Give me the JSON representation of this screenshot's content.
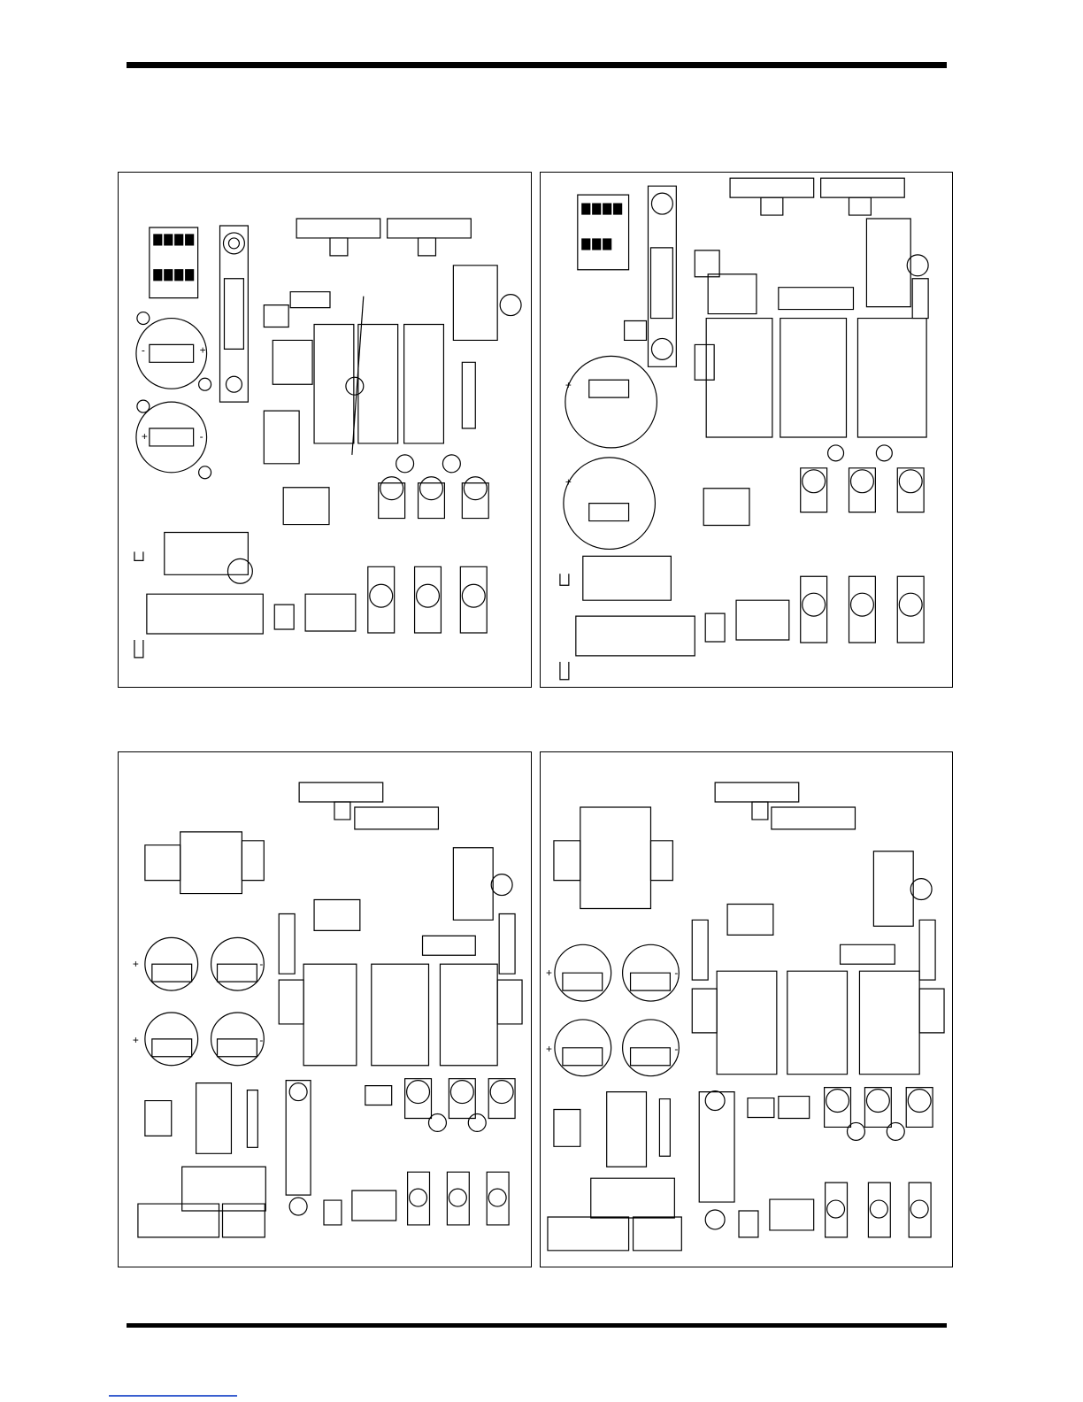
{
  "document": {
    "kind": "component layout drawings",
    "panels": [
      {
        "id": "panel-a",
        "labels": [
          "-",
          "+",
          "+",
          "-"
        ]
      },
      {
        "id": "panel-b",
        "labels": [
          "+",
          "+",
          "-",
          "+"
        ]
      },
      {
        "id": "panel-c",
        "labels": [
          "+",
          "-",
          "+",
          "-"
        ]
      },
      {
        "id": "panel-d",
        "labels": [
          "+",
          "-",
          "+",
          "-"
        ]
      }
    ]
  },
  "colors": {
    "ink": "#000000",
    "paper": "#ffffff",
    "link": "#3a5fd0"
  }
}
